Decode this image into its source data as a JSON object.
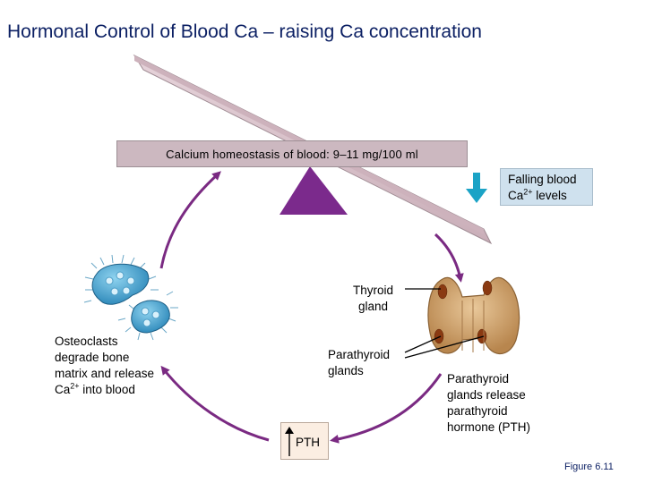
{
  "title": "Hormonal Control of Blood Ca – raising Ca concentration",
  "homeostasis_label": "Calcium homeostasis of blood: 9–11 mg/100 ml",
  "falling": {
    "line1": "Falling blood",
    "line2_prefix": "Ca",
    "line2_sup": "2+",
    "line2_suffix": " levels"
  },
  "thyroid": {
    "line1": "Thyroid",
    "line2": "gland"
  },
  "parathyroid": {
    "line1": "Parathyroid",
    "line2": "glands"
  },
  "release": {
    "line1": "Parathyroid",
    "line2": "glands release",
    "line3": "parathyroid",
    "line4": "hormone (PTH)"
  },
  "osteoclasts": {
    "line1": "Osteoclasts",
    "line2": "degrade bone",
    "line3": "matrix and release",
    "line4_prefix": "Ca",
    "line4_sup": "2+",
    "line4_suffix": " into blood"
  },
  "pth_label": "PTH",
  "figure_label": "Figure 6.11",
  "colors": {
    "cycle_arrow": "#7a2a82",
    "fulcrum": "#7b2a8c",
    "blue_arrow": "#1ba3c6",
    "seesaw": "#d8bfc8",
    "title": "#0b1f63"
  }
}
